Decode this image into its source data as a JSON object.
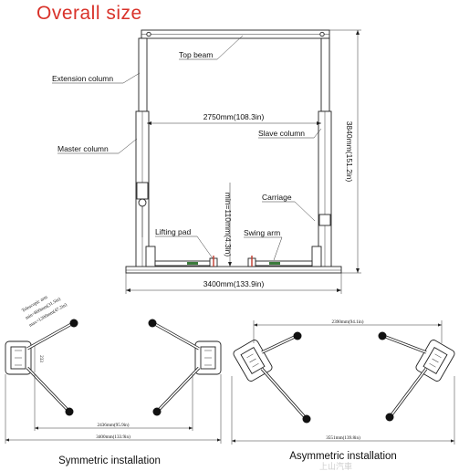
{
  "title": "Overall size",
  "labels": {
    "top_beam": "Top beam",
    "extension_column": "Extension column",
    "master_column": "Master column",
    "slave_column": "Slave column",
    "carriage": "Carriage",
    "lifting_pad": "Lifting pad",
    "swing_arm": "Swing arm"
  },
  "dimensions": {
    "inner_width": "2750mm(108.3in)",
    "total_height": "3840mm(151.2in)",
    "min_height": "min=110mm(4.3in)",
    "base_width": "3400mm(133.9in)",
    "telescopic_arm": "Telescopic arm",
    "telescopic_min": "min=800mm(31.5in)",
    "telescopic_max": "max=1200mm(47.2in)",
    "sym_column_depth": "233",
    "sym_pad_span": "2436mm(95.9in)",
    "sym_total": "3400mm(133.9in)",
    "asym_top": "2390mm(94.1in)",
    "asym_total": "3551mm(139.8in)"
  },
  "captions": {
    "symmetric": "Symmetric installation",
    "asymmetric": "Asymmetric installation"
  },
  "watermark": "上山汽車"
}
